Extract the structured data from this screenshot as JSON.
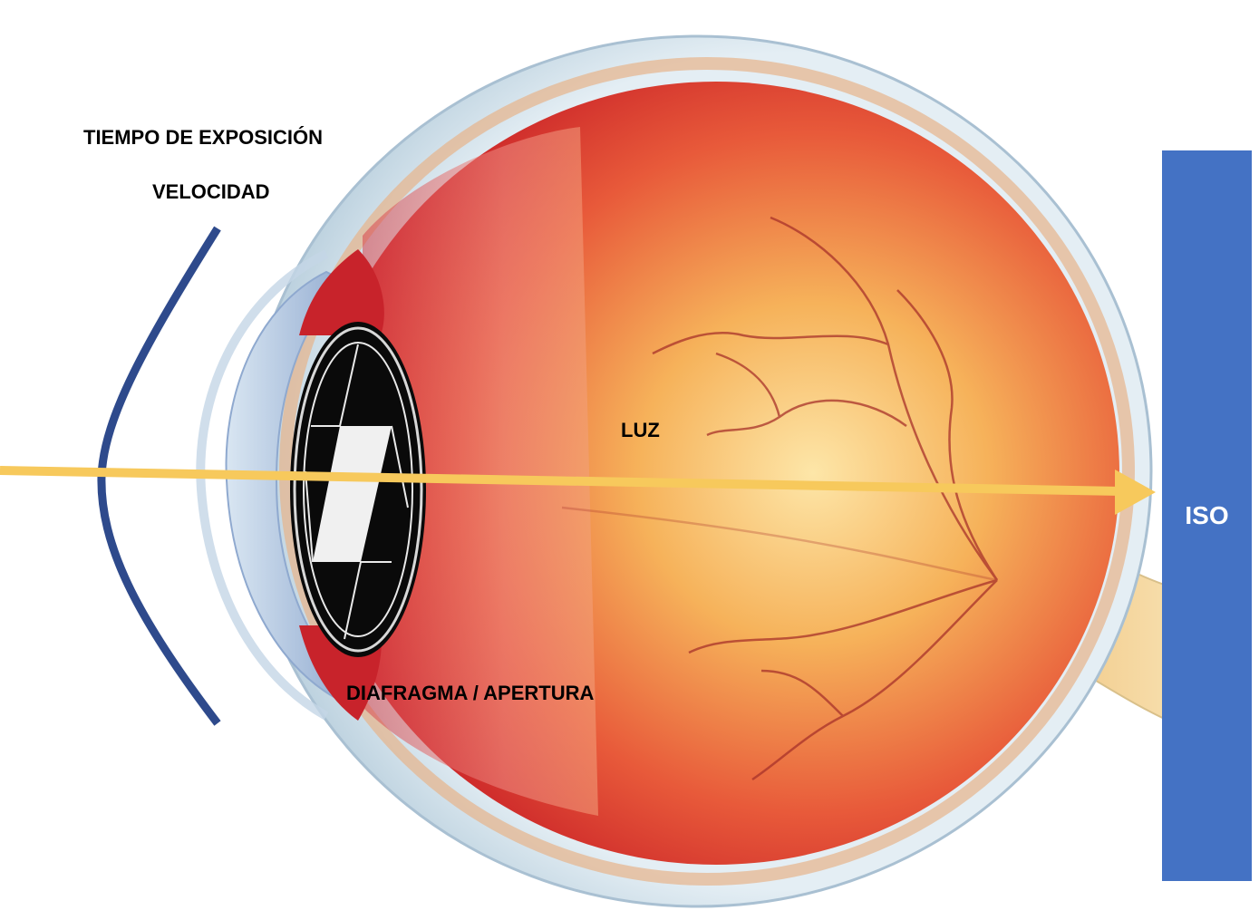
{
  "labels": {
    "exposure_time": "TIEMPO DE EXPOSICIÓN",
    "speed": "VELOCIDAD",
    "light": "LUZ",
    "aperture": "DIAFRAGMA / APERTURA",
    "iso": "ISO"
  },
  "colors": {
    "shutter_curve": "#2e4a8c",
    "light_arrow": "#f7c95c",
    "iso_panel": "#4472c4",
    "eyeball_core": "#f6b25a",
    "eyeball_outer": "#d9262b",
    "sclera": "#cfe0ea",
    "shutter_icon": "#0a0a0a"
  },
  "icons": {
    "eye": "eyeball-cross-section-illustration",
    "shutter": "camera-shutter-icon",
    "arrow": "arrow-right"
  }
}
